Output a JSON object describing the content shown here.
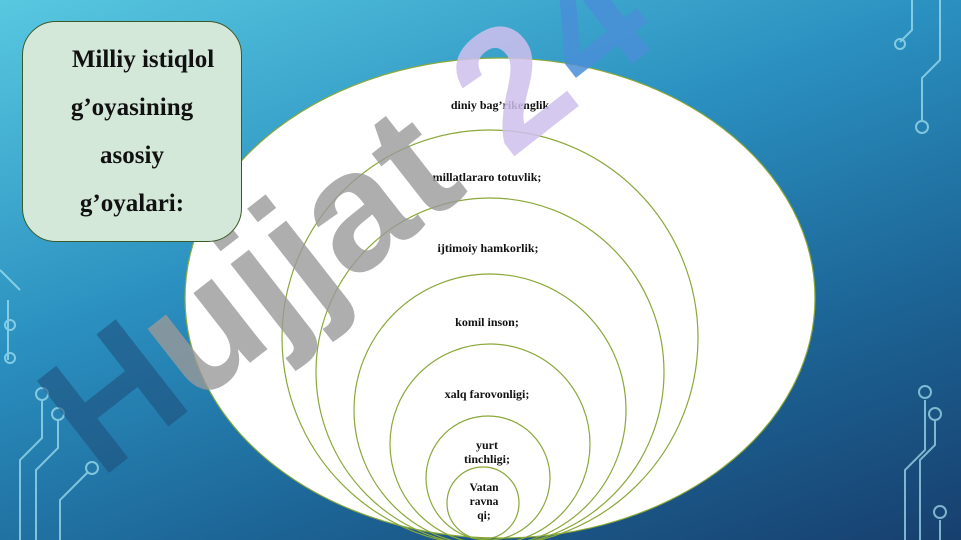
{
  "slide": {
    "title_lines": [
      "Milliy istiqlol",
      "g’oyasining",
      "asosiy",
      "g’oyalari:"
    ],
    "rings": [
      {
        "label_lines": [
          "diniy bag’rikenglik"
        ]
      },
      {
        "label_lines": [
          "millatlararo totuvlik;"
        ]
      },
      {
        "label_lines": [
          "ijtimoiy hamkorlik;"
        ]
      },
      {
        "label_lines": [
          "komil inson;"
        ]
      },
      {
        "label_lines": [
          "xalq farovonligi;"
        ]
      },
      {
        "label_lines": [
          "yurt",
          "tinchligi;"
        ]
      },
      {
        "label_lines": [
          "Vatan",
          "ravna",
          "qi;"
        ]
      }
    ],
    "watermark": "Hujjat24"
  },
  "colors": {
    "background_top": "#58c8e0",
    "background_bottom": "#173f6e",
    "ellipse_fill": "#ffffff",
    "ring_stroke": "#8aa83a",
    "title_box_fill": "#d4e8da",
    "watermark_gray": "#9a9a9a",
    "watermark_blue": "#4a8fd8",
    "watermark_purple": "#cfc0ee"
  }
}
